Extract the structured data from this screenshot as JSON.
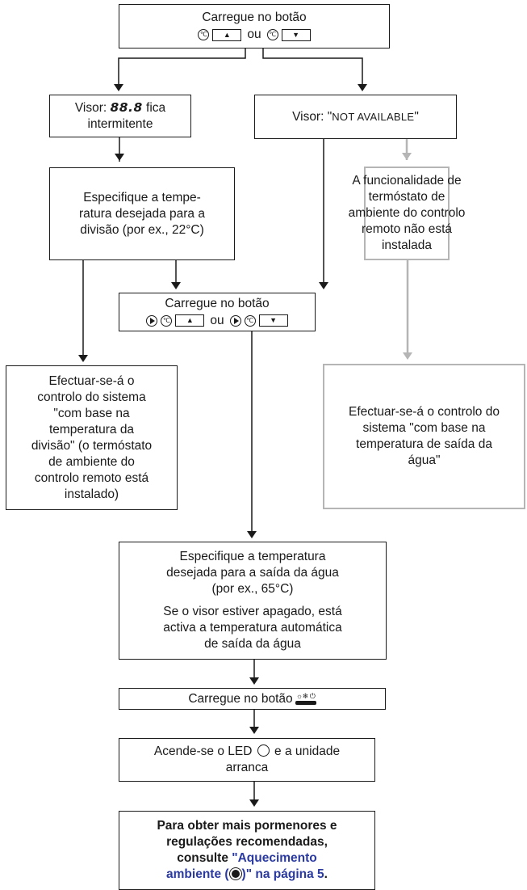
{
  "start": {
    "line1": "Carregue no botão",
    "sep": "ou"
  },
  "display_blink": {
    "prefix": "Visor:",
    "segments": "88.8",
    "suffix": "fica",
    "line2": "intermitente"
  },
  "display_na": {
    "prefix": "Visor: ",
    "quote_open": "\"",
    "value": "NOT AVAILABLE",
    "quote_close": "\""
  },
  "specify_room": {
    "lines": [
      "Especifique a tempe-",
      "ratura desejada para a",
      "divisão (por ex., 22°C)"
    ]
  },
  "not_installed": {
    "lines": [
      "A funcionalidade de",
      "termóstato de",
      "ambiente do controlo",
      "remoto não está",
      "instalada"
    ]
  },
  "press2": {
    "line1": "Carregue no botão",
    "sep": "ou"
  },
  "room_control": {
    "lines": [
      "Efectuar-se-á o",
      "controlo do sistema",
      "\"com base na",
      "temperatura da",
      "divisão\" (o termóstato",
      "de ambiente do",
      "controlo remoto está",
      "instalado)"
    ]
  },
  "water_control": {
    "lines": [
      "Efectuar-se-á o controlo do",
      "sistema \"com base na",
      "temperatura de saída da",
      "água\""
    ]
  },
  "specify_water": {
    "lines": [
      "Especifique a temperatura",
      "desejada para a saída da água",
      "(por ex., 65°C)"
    ],
    "note": [
      "Se o visor estiver apagado, está",
      "activa a temperatura automática",
      "de saída da água"
    ]
  },
  "press_onoff": {
    "label": "Carregue no botão",
    "icon_symbols": "☼❄ ⏻"
  },
  "led_on": {
    "before": "Acende-se o LED",
    "after": "e a unidade",
    "line2": "arranca"
  },
  "final": {
    "line1": "Para obter mais pormenores e",
    "line2": "regulações recomendadas,",
    "line3_pre": "consulte ",
    "link1": "\"Aquecimento",
    "link2_pre": "ambiente (",
    "link2_post": ")\" na página 5",
    "end": "."
  },
  "buttons": {
    "up": "▲",
    "down": "▼",
    "thermo": "℃"
  },
  "colors": {
    "line": "#1a1a1a",
    "inactive": "#b5b5b5",
    "link": "#2a3aa0"
  },
  "icons": [
    "thermostat-icon",
    "up-arrow-button-icon",
    "down-arrow-button-icon",
    "play-icon",
    "led-icon",
    "heating-sun-icon",
    "onoff-button-icon",
    "arrowhead-icon"
  ]
}
